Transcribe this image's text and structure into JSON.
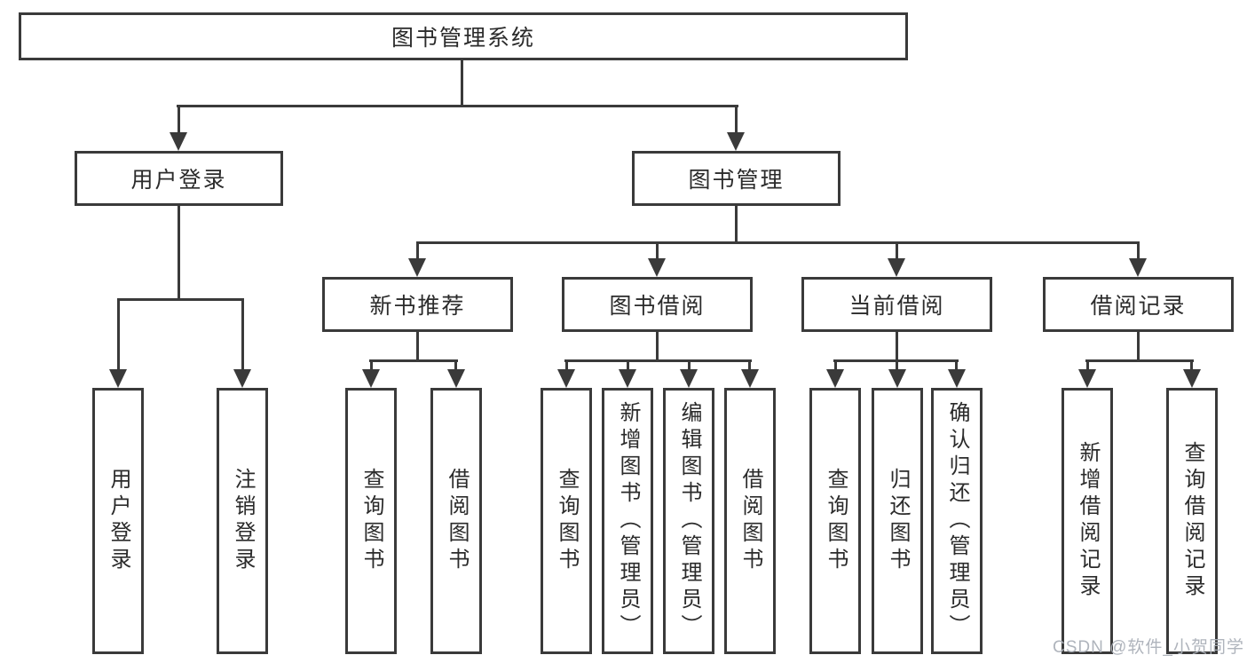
{
  "tree": {
    "label": "图书管理系统",
    "children": [
      {
        "label": "用户登录",
        "children": [
          {
            "label": "用户登录"
          },
          {
            "label": "注销登录"
          }
        ]
      },
      {
        "label": "图书管理",
        "children": [
          {
            "label": "新书推荐",
            "children": [
              {
                "label": "查询图书"
              },
              {
                "label": "借阅图书"
              }
            ]
          },
          {
            "label": "图书借阅",
            "children": [
              {
                "label": "查询图书"
              },
              {
                "label": "新增图书（管理员）"
              },
              {
                "label": "编辑图书（管理员）"
              },
              {
                "label": "借阅图书"
              }
            ]
          },
          {
            "label": "当前借阅",
            "children": [
              {
                "label": "查询图书"
              },
              {
                "label": "归还图书"
              },
              {
                "label": "确认归还（管理员）"
              }
            ]
          },
          {
            "label": "借阅记录",
            "children": [
              {
                "label": "新增借阅记录"
              },
              {
                "label": "查询借阅记录"
              }
            ]
          }
        ]
      }
    ]
  },
  "watermark": {
    "text": "CSDN @软件_小贺同学"
  },
  "colors": {
    "line": "#3a3a3a",
    "box_border": "#3a3a3a",
    "text": "#2b2b2b",
    "watermark": "#abb0b8",
    "background": "#ffffff"
  }
}
